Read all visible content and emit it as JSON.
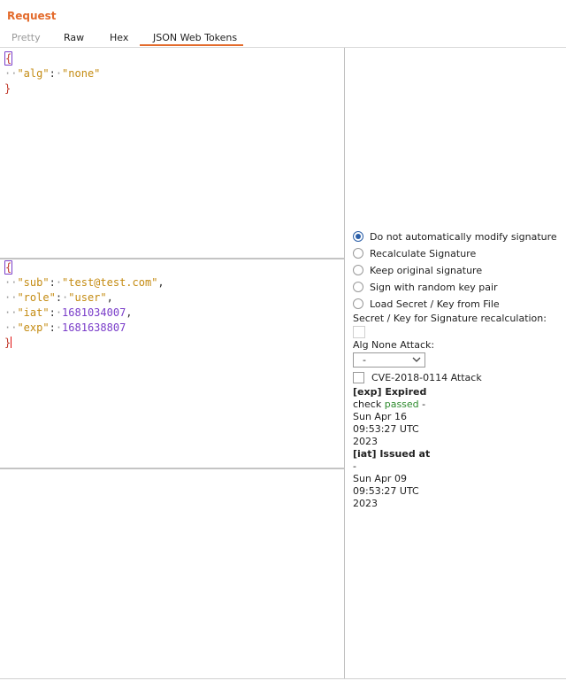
{
  "header": {
    "title": "Request"
  },
  "tabs": [
    {
      "label": "Pretty",
      "state": "disabled"
    },
    {
      "label": "Raw",
      "state": "normal"
    },
    {
      "label": "Hex",
      "state": "normal"
    },
    {
      "label": "JSON Web Tokens",
      "state": "active"
    }
  ],
  "jwt_header": {
    "open_brace": "{",
    "alg_key": "\"alg\"",
    "alg_value": "\"none\"",
    "close_brace": "}"
  },
  "jwt_payload": {
    "open_brace": "{",
    "sub_key": "\"sub\"",
    "sub_value": "\"test@test.com\"",
    "role_key": "\"role\"",
    "role_value": "\"user\"",
    "iat_key": "\"iat\"",
    "iat_value": "1681034007",
    "exp_key": "\"exp\"",
    "exp_value": "1681638807",
    "close_brace": "}"
  },
  "signature_options": {
    "selected_index": 0,
    "options": [
      "Do not automatically modify signature",
      "Recalculate Signature",
      "Keep original signature",
      "Sign with random key pair",
      "Load Secret / Key from File"
    ],
    "secret_label": "Secret / Key for Signature recalculation:",
    "alg_none_label": "Alg None Attack:",
    "alg_none_value": "-",
    "cve_label": "CVE-2018-0114 Attack"
  },
  "claims_info": {
    "exp_title": "[exp] Expired",
    "exp_check": "check",
    "exp_passed": "passed",
    "exp_dash": "-",
    "exp_date_1": "Sun Apr 16",
    "exp_date_2": "09:53:27 UTC",
    "exp_date_3": "2023",
    "iat_title": "[iat] Issued at",
    "iat_dash": "-",
    "iat_date_1": "Sun Apr 09",
    "iat_date_2": "09:53:27 UTC",
    "iat_date_3": "2023"
  },
  "colors": {
    "accent": "#e36b2c",
    "json_string": "#c48b12",
    "json_number": "#7a3dc9",
    "brace": "#c0392b",
    "passed": "#2e8b2e",
    "radio_selected": "#2b5fa8"
  }
}
